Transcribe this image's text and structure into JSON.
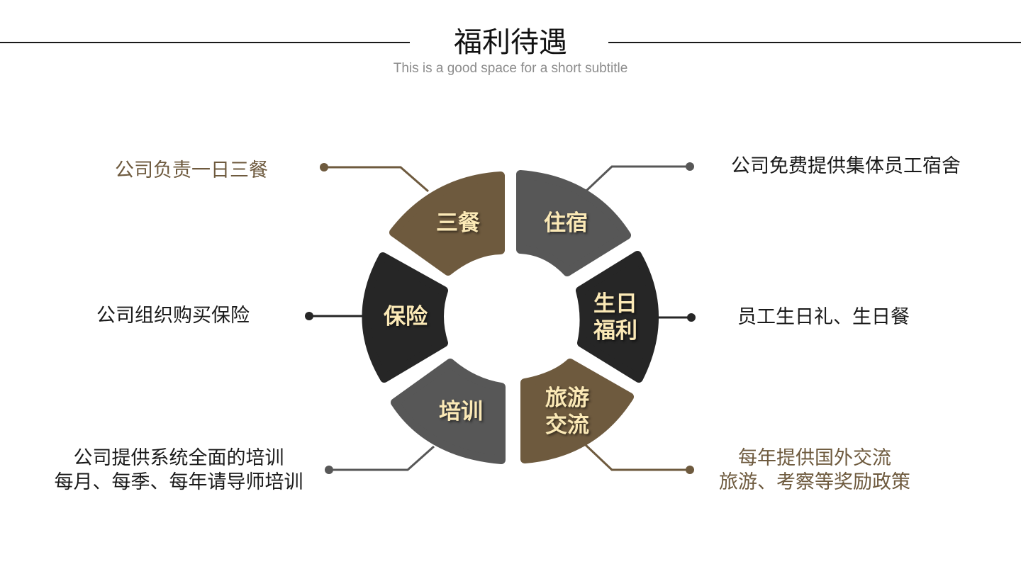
{
  "header": {
    "title": "福利待遇",
    "subtitle": "This is a good space for a short subtitle"
  },
  "colors": {
    "brown": "#6e5a3e",
    "gray": "#575757",
    "black": "#262626",
    "label": "#fbe9b6"
  },
  "segments": [
    {
      "id": "meals",
      "label": "三餐",
      "color": "brown",
      "description": "公司负责一日三餐"
    },
    {
      "id": "housing",
      "label": "住宿",
      "color": "gray",
      "description": "公司免费提供集体员工宿舍"
    },
    {
      "id": "birthday",
      "label_lines": [
        "生日",
        "福利"
      ],
      "color": "black",
      "description": "员工生日礼、生日餐"
    },
    {
      "id": "travel",
      "label_lines": [
        "旅游",
        "交流"
      ],
      "color": "brown",
      "description_lines": [
        "每年提供国外交流",
        "旅游、考察等奖励政策"
      ]
    },
    {
      "id": "training",
      "label": "培训",
      "color": "gray",
      "description_lines": [
        "公司提供系统全面的培训",
        "每月、每季、每年请导师培训"
      ]
    },
    {
      "id": "insurance",
      "label": "保险",
      "color": "black",
      "description": "公司组织购买保险"
    }
  ]
}
